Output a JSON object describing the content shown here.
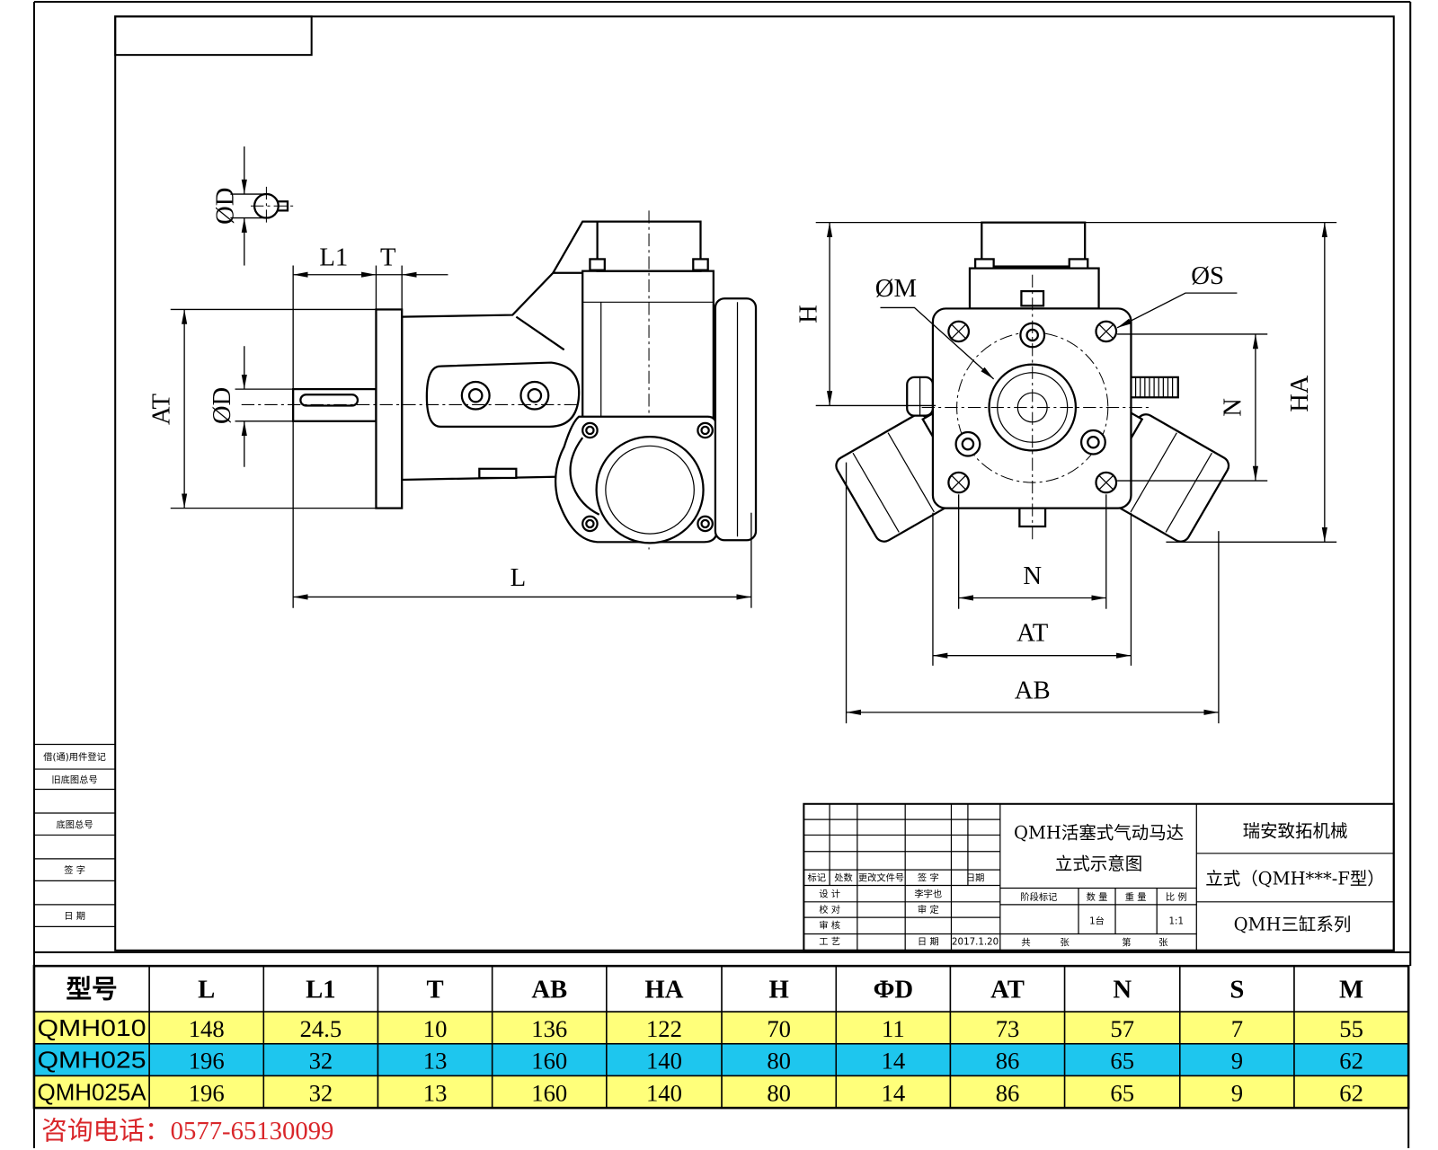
{
  "drawing": {
    "side_view": {
      "key_dia": "ØD",
      "l1": "L1",
      "t": "T",
      "at": "AT",
      "shaft_dia": "ØD",
      "l": "L"
    },
    "front_view": {
      "h": "H",
      "m": "ØM",
      "s": "ØS",
      "n_v": "N",
      "ha": "HA",
      "n_h": "N",
      "at": "AT",
      "ab": "AB"
    }
  },
  "left_column": [
    "借(通)用件登记",
    "旧底图总号",
    "底图总号",
    "签 字",
    "日 期"
  ],
  "title_block": {
    "drawing_name": [
      "QMH活塞式气动马达",
      "立式示意图"
    ],
    "company": "瑞安致拓机械",
    "model": "立式（QMH***-F型）",
    "series": "QMH三缸系列",
    "revision_headers": [
      "标记",
      "处数",
      "更改文件号",
      "签 字",
      "日期"
    ],
    "roles": [
      "设 计",
      "校 对",
      "审 核",
      "工 艺"
    ],
    "designer": "李宇也",
    "approve_label": "审 定",
    "date_label": "日 期",
    "date": "2017.1.20",
    "stage_headers": [
      "阶段标记",
      "数 量",
      "重 量",
      "比 例"
    ],
    "quantity": "1台",
    "scale": "1:1",
    "sheet_total": [
      "共",
      "张"
    ],
    "sheet_no": [
      "第",
      "张"
    ]
  },
  "table": {
    "headers": [
      "型号",
      "L",
      "L1",
      "T",
      "AB",
      "HA",
      "H",
      "ΦD",
      "AT",
      "N",
      "S",
      "M"
    ],
    "rows": [
      {
        "values": [
          "QMH010",
          "148",
          "24.5",
          "10",
          "136",
          "122",
          "70",
          "11",
          "73",
          "57",
          "7",
          "55"
        ],
        "color": "#ffff7a"
      },
      {
        "values": [
          "QMH025",
          "196",
          "32",
          "13",
          "160",
          "140",
          "80",
          "14",
          "86",
          "65",
          "9",
          "62"
        ],
        "color": "#1ec6ee"
      },
      {
        "values": [
          "QMH025A",
          "196",
          "32",
          "13",
          "160",
          "140",
          "80",
          "14",
          "86",
          "65",
          "9",
          "62"
        ],
        "color": "#ffff7a"
      }
    ]
  },
  "footer": {
    "contact": "咨询电话：0577-65130099",
    "color": "#d9262a"
  }
}
